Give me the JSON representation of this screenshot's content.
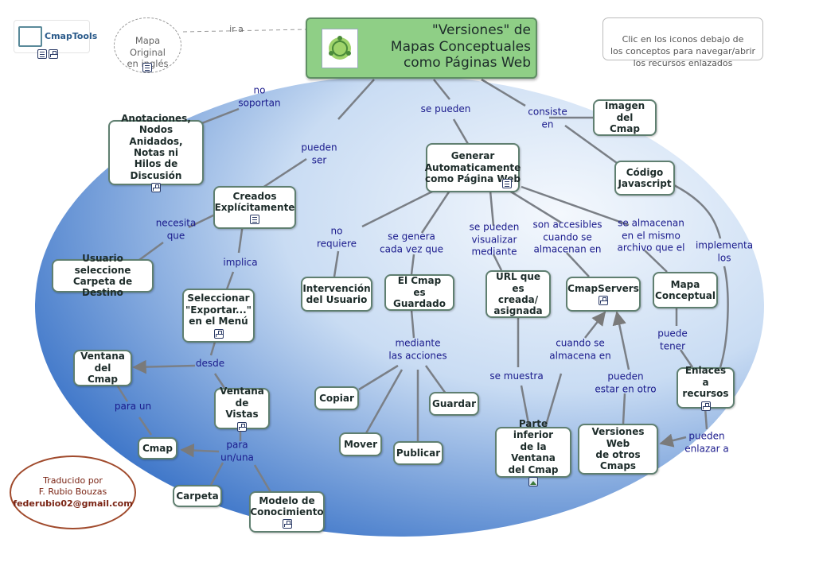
{
  "title": "\"Versiones\" de\nMapas Conceptuales\ncomo Páginas Web",
  "note": "Clic en los iconos debajo de\nlos conceptos para navegar/abrir\nlos recursos enlazados",
  "original_map": "Mapa\nOriginal\nen inglés",
  "original_link_label": "ir a",
  "logo_text": "CmapTools",
  "credit": {
    "line1": "Traducido por",
    "line2": "F. Rubio Bouzas",
    "email": "federubio02@gmail.com"
  },
  "nodes": {
    "anotaciones": "Anotaciones,\nNodos Anidados,\nNotas ni\nHilos de Discusión",
    "creados": "Creados\nExplícitamente",
    "usuario": "Usuario seleccione\nCarpeta de Destino",
    "seleccionar": "Seleccionar\n\"Exportar...\"\nen el Menú",
    "ventana_cmap": "Ventana\ndel Cmap",
    "ventana_vistas": "Ventana\nde Vistas",
    "cmap": "Cmap",
    "carpeta": "Carpeta",
    "modelo": "Modelo de\nConocimiento",
    "generar": "Generar\nAutomaticamente\ncomo Página Web",
    "intervencion": "Intervención\ndel Usuario",
    "guardado": "El Cmap\nes Guardado",
    "copiar": "Copiar",
    "mover": "Mover",
    "publicar": "Publicar",
    "guardar": "Guardar",
    "url": "URL que es\ncreada/\nasignada",
    "parte_inferior": "Parte inferior\nde la Ventana\ndel Cmap",
    "cmapservers": "CmapServers",
    "versiones_web": "Versiones Web\nde otros\nCmaps",
    "imagen": "Imagen del\nCmap",
    "codigo": "Código\nJavascript",
    "mapa": "Mapa\nConceptual",
    "enlaces": "Enlaces a\nrecursos"
  },
  "links": {
    "no_soportan": "no\nsoportan",
    "pueden_ser": "pueden\nser",
    "se_pueden": "se pueden",
    "consiste_en": "consiste\nen",
    "necesita_que": "necesita\nque",
    "implica": "implica",
    "desde": "desde",
    "para_un": "para un",
    "para_un_una": "para\nun/una",
    "no_requiere": "no\nrequiere",
    "se_genera": "se genera\ncada vez que",
    "mediante": "mediante\nlas acciones",
    "se_pueden_visualizar": "se pueden\nvisualizar\nmediante",
    "se_muestra": "se muestra",
    "son_accesibles": "son accesibles\ncuando se\nalmacenan en",
    "cuando_se_almacena": "cuando se\nalmacena en",
    "pueden_estar": "pueden\nestar en otro",
    "se_almacenan": "se almacenan\nen el mismo\narchivo que el",
    "implementa": "implementa\nlos",
    "puede_tener": "puede\ntener",
    "pueden_enlazar": "pueden\nenlazar a"
  },
  "colors": {
    "background_gradient_light": "#eef4fb",
    "background_gradient_dark": "#2f6bc4",
    "title_fill": "#8fcf86",
    "link_text": "#1a1a8c",
    "credit": "#a04a2c"
  }
}
